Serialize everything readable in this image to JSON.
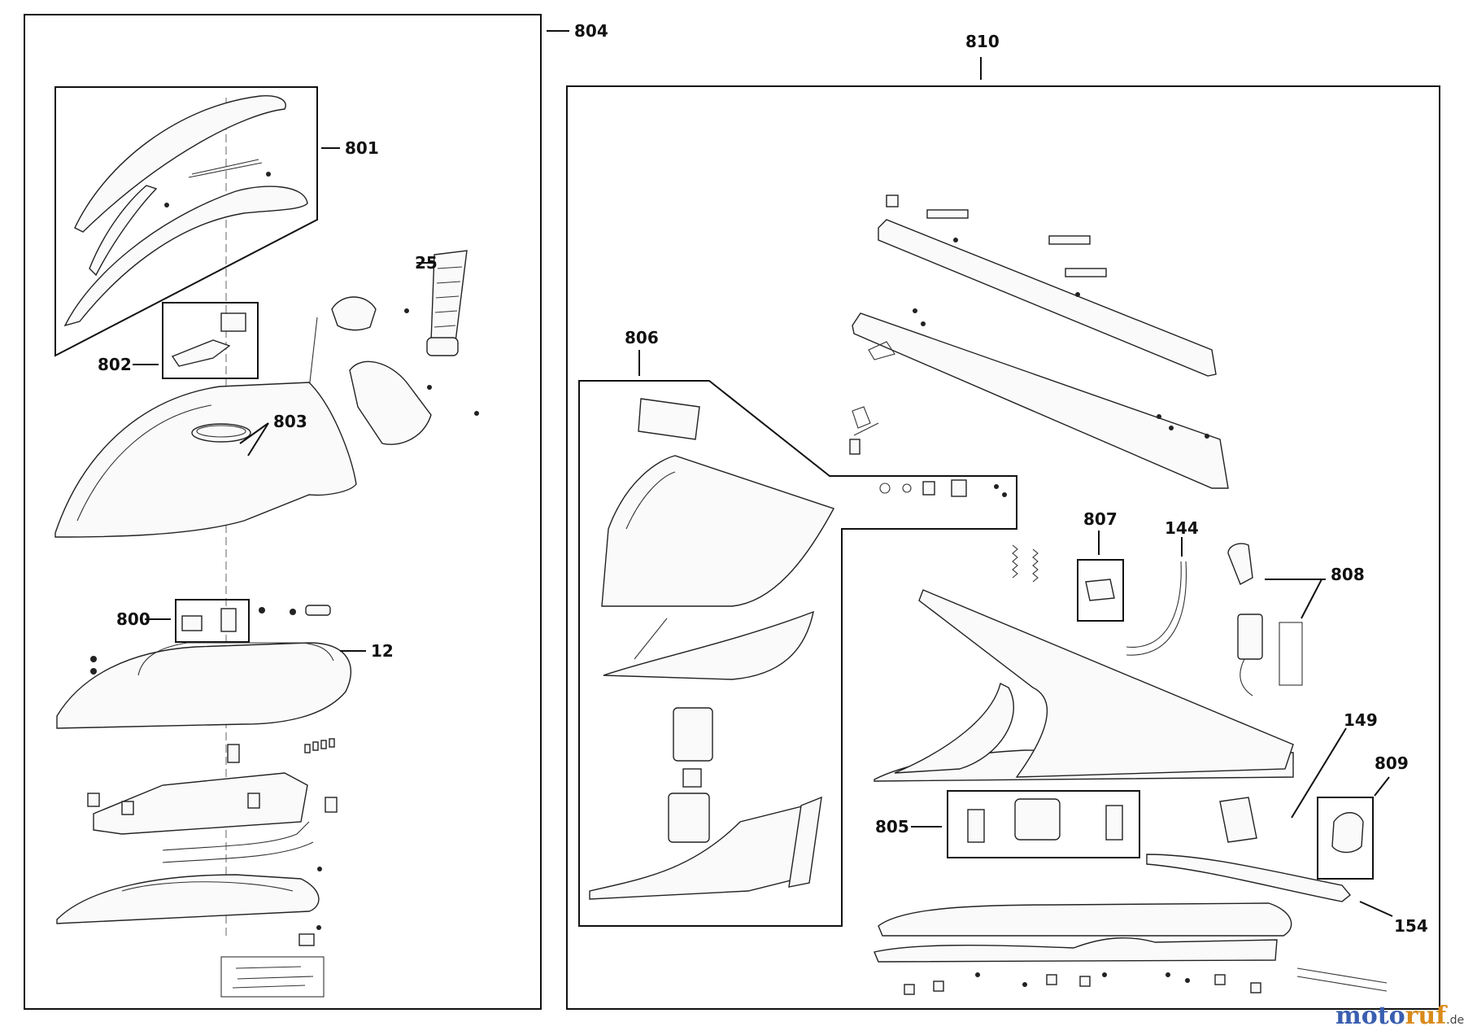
{
  "labels": {
    "l804": "804",
    "l810": "810",
    "l801": "801",
    "l25": "25",
    "l802": "802",
    "l803": "803",
    "l800": "800",
    "l12": "12",
    "l806": "806",
    "l807": "807",
    "l144": "144",
    "l808": "808",
    "l149": "149",
    "l809": "809",
    "l805": "805",
    "l154": "154"
  },
  "watermark": {
    "part1": "moto",
    "part2": "ruf",
    "suffix": ".de"
  }
}
